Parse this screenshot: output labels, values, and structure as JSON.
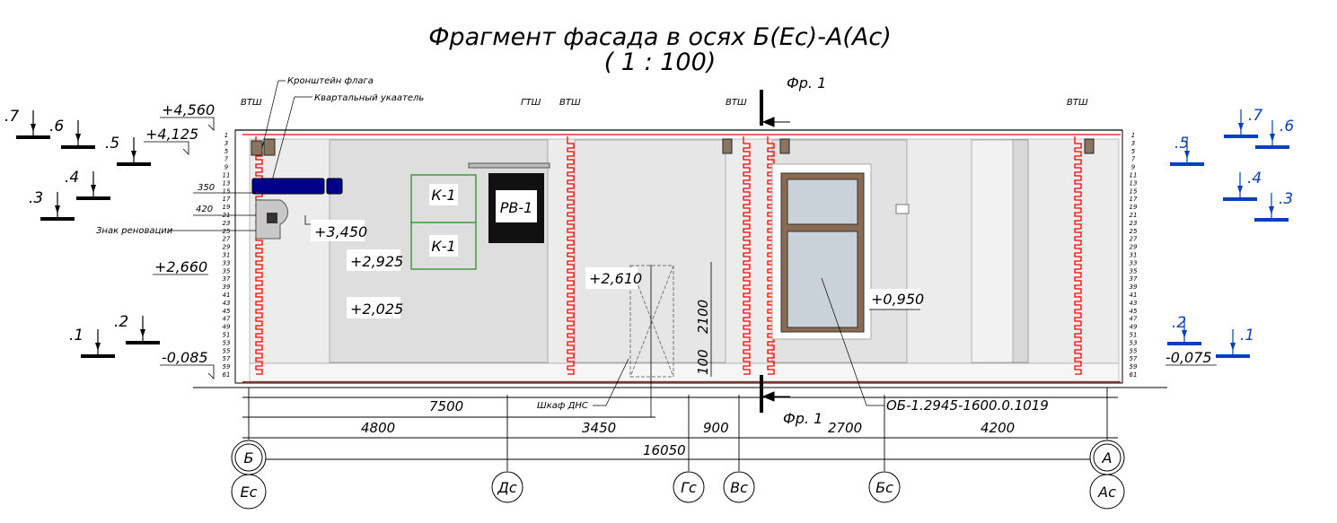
{
  "title": "Фрагмент фасада в осях Б(Ес)-А(Ас)",
  "scale": "( 1 : 100)",
  "section_marks": {
    "top": "Фр. 1",
    "bottom": "Фр. 1"
  },
  "callouts": {
    "flag_bracket": "Кронштейн флага",
    "block_sign": "Квартальный укаатель",
    "renovation_sign": "Знак реновации",
    "dns_cabinet": "Шкаф ДНС",
    "window_code": "ОБ-1.2945-1600.0.1019"
  },
  "drain_labels": [
    "ВТШ",
    "ГТШ",
    "ВТШ",
    "ВТШ",
    "ВТШ"
  ],
  "elements": {
    "k1_top": "К-1",
    "k1_bottom": "К-1",
    "rv1": "РВ-1"
  },
  "levels": {
    "l4560": "+4,560",
    "l4125": "+4,125",
    "l3450": "+3,450",
    "l2925": "+2,925",
    "l2660": "+2,660",
    "l2025": "+2,025",
    "l2610": "+2,610",
    "l0950": "+0,950",
    "lm0085": "-0,085",
    "lm0075": "-0,075"
  },
  "small_dims": {
    "d350": "350",
    "d420": "420",
    "d2100": "2100",
    "d100": "100"
  },
  "dimensions": {
    "d7500": "7500",
    "d4800": "4800",
    "d3450": "3450",
    "d900": "900",
    "d2700": "2700",
    "d4200": "4200",
    "d16050": "16050"
  },
  "axes": {
    "b": "Б",
    "es": "Ес",
    "ds": "Дс",
    "gs": "Гс",
    "vs": "Вс",
    "bs": "Бс",
    "a": "А",
    "as": "Ас"
  },
  "markers_left": [
    ".7",
    ".6",
    ".5",
    ".4",
    ".3",
    ".2",
    ".1"
  ],
  "markers_right": [
    ".7",
    ".6",
    ".5",
    ".4",
    ".3",
    ".2",
    ".1"
  ],
  "row_numbers": [
    "1",
    "3",
    "5",
    "7",
    "9",
    "11",
    "13",
    "15",
    "17",
    "19",
    "21",
    "23",
    "25",
    "27",
    "29",
    "31",
    "33",
    "35",
    "37",
    "39",
    "41",
    "43",
    "45",
    "47",
    "49",
    "51",
    "53",
    "55",
    "57",
    "59",
    "61"
  ],
  "colors": {
    "line": "#000000",
    "drain": "#ff0000",
    "marker_right": "#0040c0",
    "sign": "#00008b",
    "panel": "#e4e4e4",
    "window_frame": "#8a6a50",
    "k1": "#1a8a1a"
  }
}
